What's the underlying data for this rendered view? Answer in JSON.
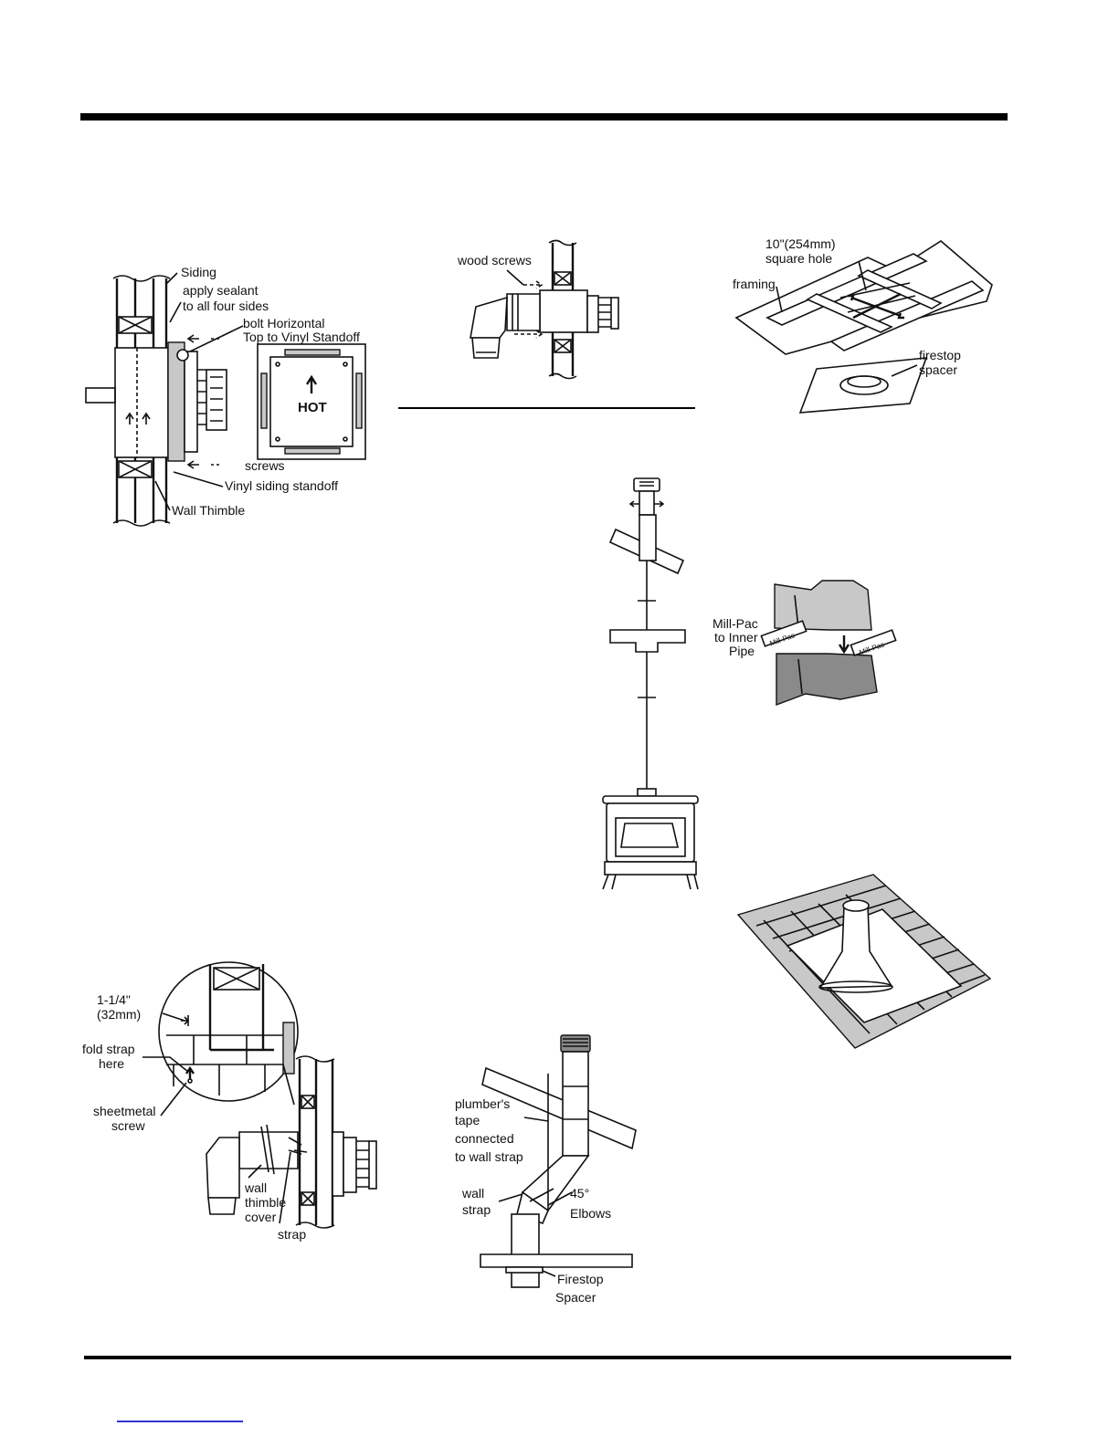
{
  "colors": {
    "rule": "#000000",
    "footer_link": "#3333cc"
  },
  "fig_wall_thimble_vinyl": {
    "siding": "Siding",
    "sealant_line1": "apply sealant",
    "sealant_line2": "to all four sides",
    "bolt_line1": "bolt Horizontal",
    "bolt_line2": "Top to Vinyl Standoff",
    "hot": "HOT",
    "screws": "screws",
    "vinyl_standoff": "Vinyl siding standoff",
    "wall_thimble": "Wall Thimble"
  },
  "fig_wood_screws": {
    "wood_screws": "wood screws"
  },
  "fig_framing": {
    "hole_line1": "10\"(254mm)",
    "hole_line2": "square hole",
    "framing": "framing",
    "firestop_line1": "firestop",
    "firestop_line2": "spacer"
  },
  "fig_millpac": {
    "label_line1": "Mill-Pac",
    "label_line2": "to Inner",
    "label_line3": "Pipe",
    "tube_label": "Mill-Pac"
  },
  "fig_strap": {
    "dim_line1": "1-1/4\"",
    "dim_line2": "(32mm)",
    "fold_line1": "fold strap",
    "fold_line2": "here",
    "screw_line1": "sheetmetal",
    "screw_line2": "screw",
    "cover_line1": "wall",
    "cover_line2": "thimble",
    "cover_line3": "cover",
    "strap": "strap"
  },
  "fig_elbows": {
    "tape_line1": "plumber's",
    "tape_line2": "tape",
    "tape_line3": "connected",
    "tape_line4": "to wall strap",
    "wall_strap_line1": "wall",
    "wall_strap_line2": "strap",
    "elbows_line1": "45°",
    "elbows_line2": "Elbows",
    "firestop_line1": "Firestop",
    "firestop_line2": "Spacer"
  }
}
